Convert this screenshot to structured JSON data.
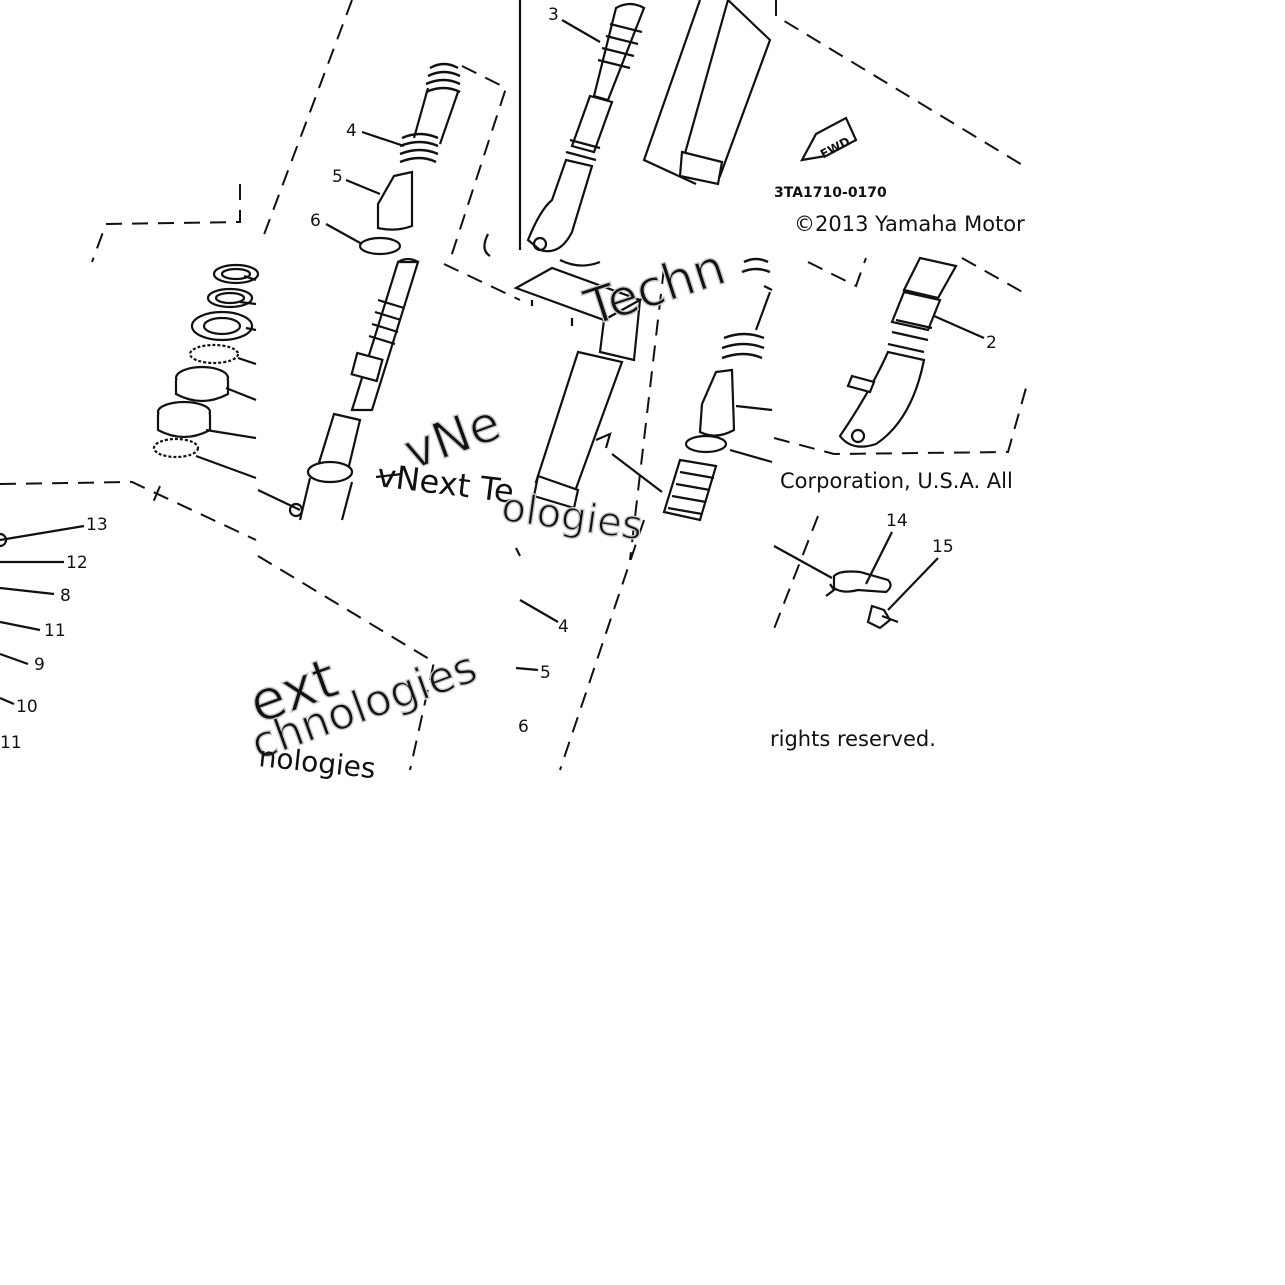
{
  "diagram": {
    "diagram_code": "3TA1710-0170",
    "copyright_line1": "©2013 Yamaha Motor",
    "copyright_line2": "Corporation, U.S.A. All",
    "copyright_line3": "rights reserved.",
    "fwd_label": "FWD",
    "watermarks": {
      "a": "Techn",
      "b": "vNext Te",
      "c": "vNe",
      "d": "ologies",
      "e": "ext",
      "f": "chnologies",
      "g": "nologies"
    },
    "callouts": [
      {
        "id": "c3a",
        "label": "3"
      },
      {
        "id": "c4a",
        "label": "4"
      },
      {
        "id": "c5a",
        "label": "5"
      },
      {
        "id": "c6a",
        "label": "6"
      },
      {
        "id": "c2",
        "label": "2"
      },
      {
        "id": "c13",
        "label": "13"
      },
      {
        "id": "c12",
        "label": "12"
      },
      {
        "id": "c8",
        "label": "8"
      },
      {
        "id": "c11a",
        "label": "11"
      },
      {
        "id": "c9",
        "label": "9"
      },
      {
        "id": "c10",
        "label": "10"
      },
      {
        "id": "c11b",
        "label": "11"
      },
      {
        "id": "c4b",
        "label": "4"
      },
      {
        "id": "c5b",
        "label": "5"
      },
      {
        "id": "c6b",
        "label": "6"
      },
      {
        "id": "c14",
        "label": "14"
      },
      {
        "id": "c15",
        "label": "15"
      }
    ]
  }
}
